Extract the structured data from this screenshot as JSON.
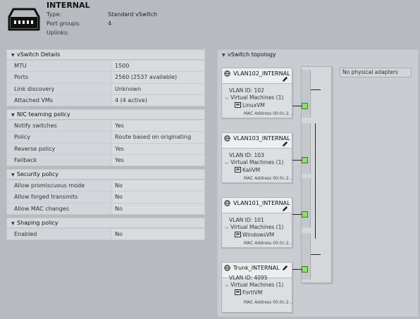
{
  "header": {
    "title": "INTERNAL",
    "rows": [
      {
        "label": "Type:",
        "value": "Standard vSwitch"
      },
      {
        "label": "Port groups:",
        "value": "4"
      },
      {
        "label": "Uplinks:",
        "value": ""
      }
    ]
  },
  "panels": [
    {
      "title": "vSwitch Details",
      "rows": [
        {
          "key": "MTU",
          "value": "1500"
        },
        {
          "key": "Ports",
          "value": "2560 (2537 available)"
        },
        {
          "key": "Link discovery",
          "value": "Unknown"
        },
        {
          "key": "Attached VMs",
          "value": "4 (4 active)"
        }
      ]
    },
    {
      "title": "NIC teaming policy",
      "rows": [
        {
          "key": "Notify switches",
          "value": "Yes"
        },
        {
          "key": "Policy",
          "value": "Route based on originating port ID"
        },
        {
          "key": "Reverse policy",
          "value": "Yes"
        },
        {
          "key": "Failback",
          "value": "Yes"
        }
      ]
    },
    {
      "title": "Security policy",
      "rows": [
        {
          "key": "Allow promiscuous mode",
          "value": "No"
        },
        {
          "key": "Allow forged transmits",
          "value": "No"
        },
        {
          "key": "Allow MAC changes",
          "value": "No"
        }
      ]
    },
    {
      "title": "Shaping policy",
      "rows": [
        {
          "key": "Enabled",
          "value": "No"
        }
      ]
    }
  ],
  "topology": {
    "title": "vSwitch topology",
    "no_adapters": "No physical adapters",
    "port_groups": [
      {
        "name": "VLAN102_INTERNAL",
        "vlan": "VLAN ID: 102",
        "vms_label": "Virtual Machines (1)",
        "vm": "LinuxVM",
        "mac": "MAC Address 00:0c:2..."
      },
      {
        "name": "VLAN103_INTERNAL",
        "vlan": "VLAN ID: 103",
        "vms_label": "Virtual Machines (1)",
        "vm": "KaliVM",
        "mac": "MAC Address 00:0c:2..."
      },
      {
        "name": "VLAN101_INTERNAL",
        "vlan": "VLAN ID: 101",
        "vms_label": "Virtual Machines (1)",
        "vm": "WindowsVM",
        "mac": "MAC Address 00:0c:2..."
      },
      {
        "name": "Trunk_INTERNAL",
        "vlan": "VLAN ID: 4095",
        "vms_label": "Virtual Machines (1)",
        "vm": "FortiVM",
        "mac": "MAC Address 00:0c:2..."
      }
    ]
  },
  "colors": {
    "port_active": "#8ee06a",
    "background": "#b7bbc0"
  },
  "icons": {
    "switch": "network-switch-icon",
    "portgroup": "globe-icon",
    "edit": "pencil-icon",
    "vm": "vm-icon"
  }
}
